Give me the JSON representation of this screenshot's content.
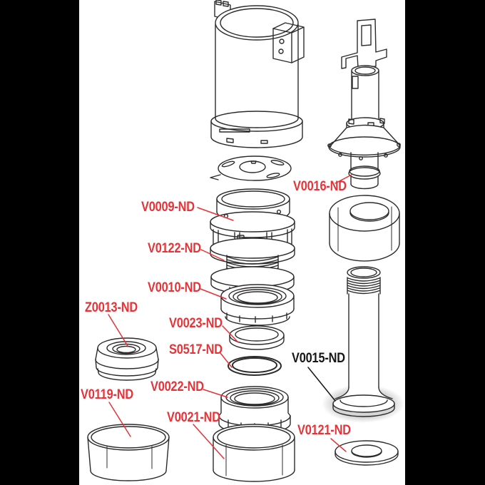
{
  "diagram": {
    "type": "exploded-parts-diagram",
    "background": "#ffffff",
    "letterbox_color": "#000000",
    "line_color": "#2d2a2b",
    "highlight_color": "#d6d6d6",
    "label_colors": {
      "red": "#e73237",
      "black": "#161616"
    },
    "labels": {
      "v0009": {
        "text": "V0009-ND",
        "color": "red"
      },
      "v0122": {
        "text": "V0122-ND",
        "color": "red"
      },
      "v0010": {
        "text": "V0010-ND",
        "color": "red"
      },
      "v0016": {
        "text": "V0016-ND",
        "color": "red"
      },
      "z0013": {
        "text": "Z0013-ND",
        "color": "red"
      },
      "v0023": {
        "text": "V0023-ND",
        "color": "red"
      },
      "s0517": {
        "text": "S0517-ND",
        "color": "red"
      },
      "v0022": {
        "text": "V0022-ND",
        "color": "red"
      },
      "v0119": {
        "text": "V0119-ND",
        "color": "red"
      },
      "v0021": {
        "text": "V0021-ND",
        "color": "red"
      },
      "v0015": {
        "text": "V0015-ND",
        "color": "black"
      },
      "v0121": {
        "text": "V0121-ND",
        "color": "red"
      }
    }
  }
}
